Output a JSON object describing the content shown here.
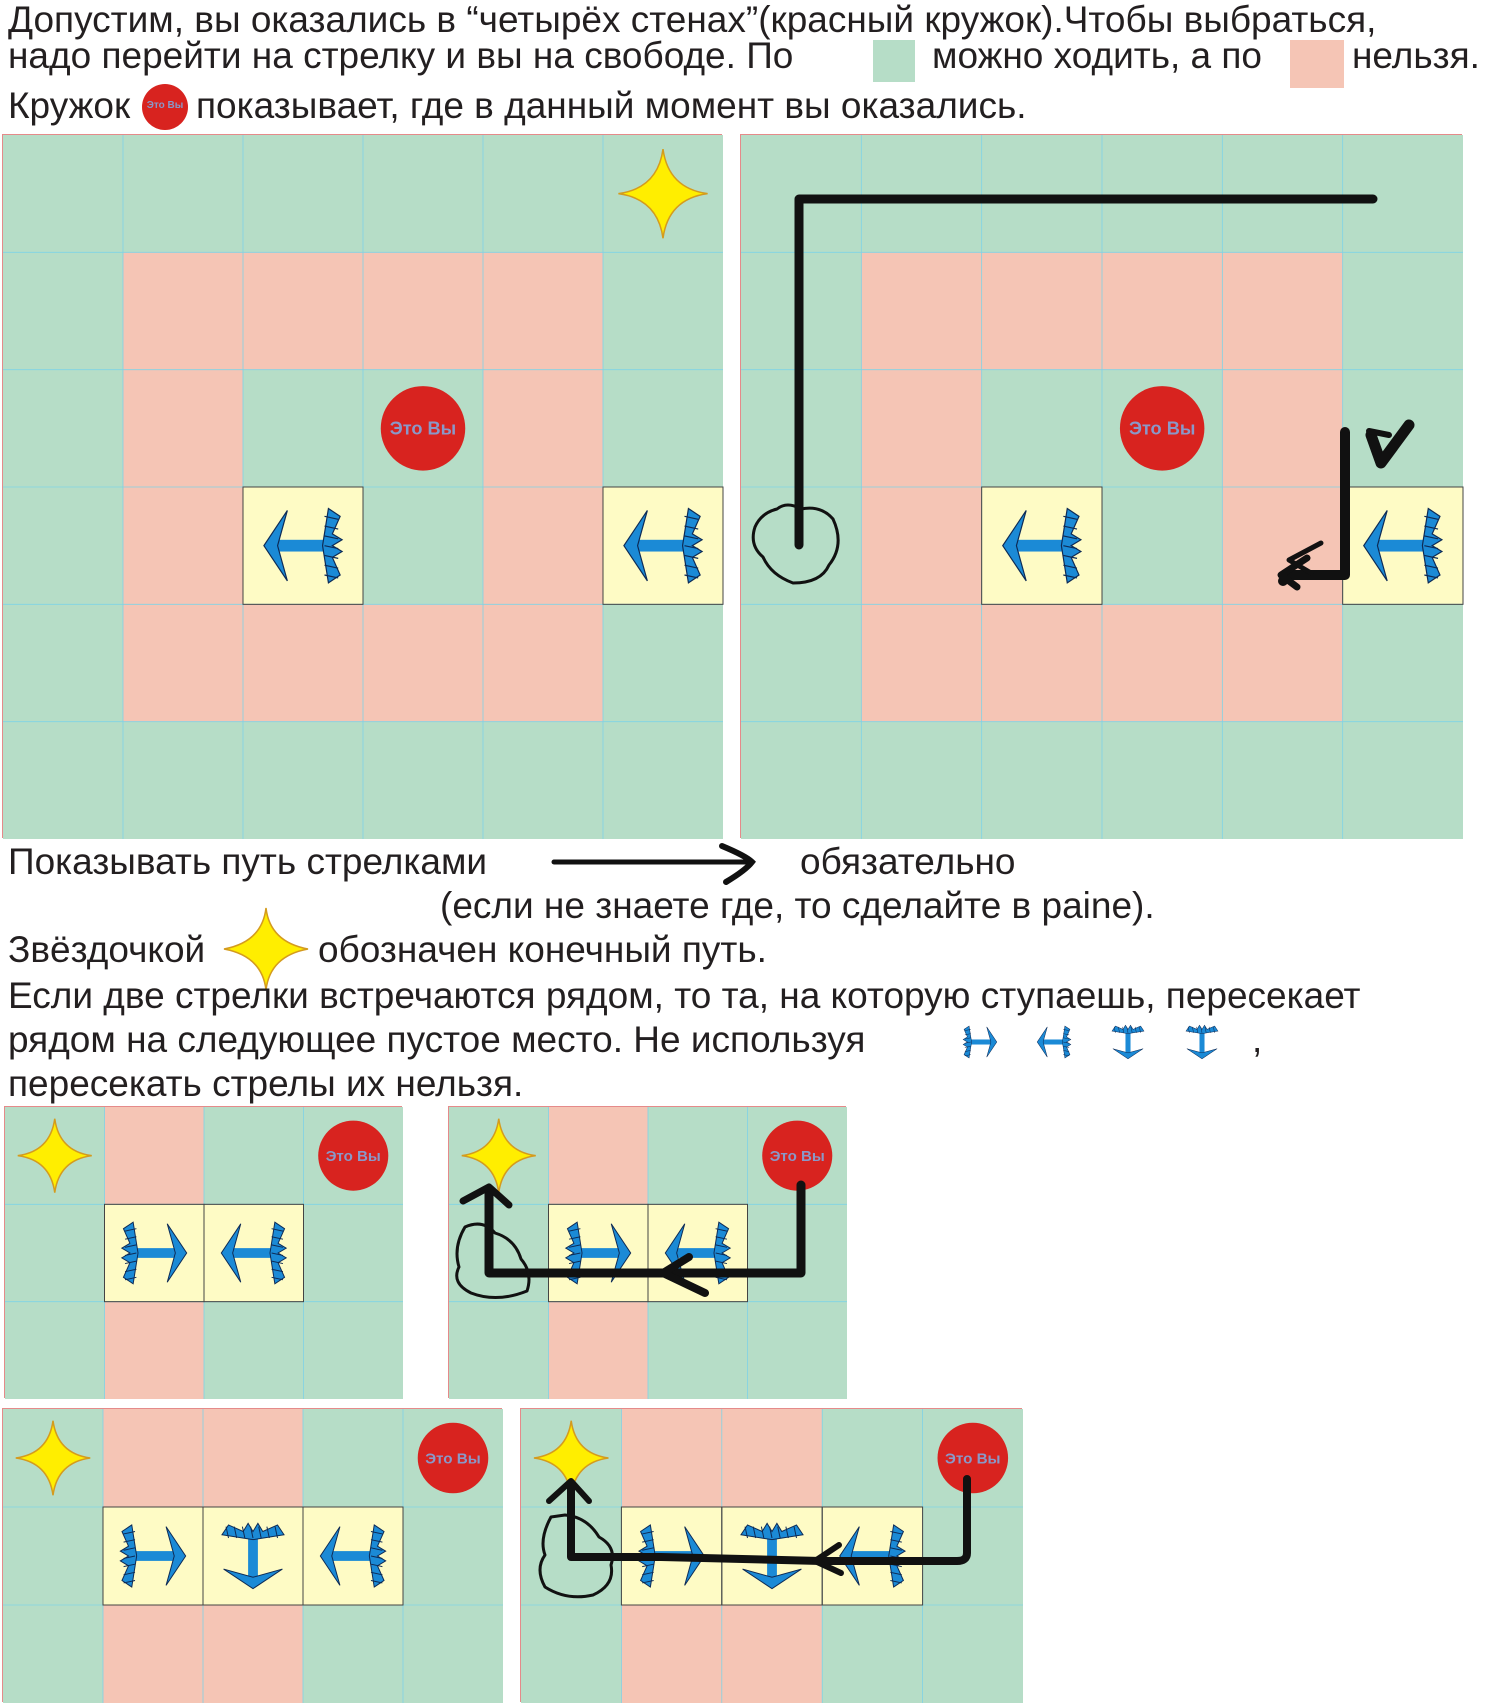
{
  "intro": {
    "line1": "Допустим, вы оказались в “четырёх стенах”(красный кружок).Чтобы выбраться,",
    "line2_a": "надо перейти на стрелку и вы на свободе. По",
    "line2_b": "можно ходить, а по",
    "line2_c": "нельзя.",
    "line3_a": "Кружок",
    "line3_b": "показывает, где в данный момент вы оказались."
  },
  "you_label": "Это Вы",
  "instructions": {
    "show_path_a": "Показывать путь стрелками",
    "show_path_b": "обязательно",
    "paint_note": "(если не знаете где, то сделайте в paine).",
    "star_a": "Звёздочкой",
    "star_b": "обозначен конечный путь.",
    "rule_line1": "Если две стрелки встречаются рядом, то та, на которую ступаешь, пересекает",
    "rule_line2": " рядом на следующее пустое место. Не используя",
    "rule_line2_end": ",",
    "rule_line3": "пересекать стрелы их нельзя."
  },
  "colors": {
    "walkable": "#b6ddc7",
    "blocked": "#f5c5b5",
    "arrow_cell": "#fefbc5",
    "arrow_blue": "#1b8ad6",
    "circle_red": "#d8231f",
    "star_yellow": "#ffee00",
    "path_stroke": "#111111"
  },
  "boards": [
    {
      "id": "main-puzzle",
      "rows": 6,
      "cols": 6,
      "grid": [
        "GGGGGG",
        "GBBBBG",
        "GBGGBG",
        "GBAGBA",
        "GBBBBG",
        "GGGGGG"
      ],
      "arrows": [
        {
          "r": 3,
          "c": 2,
          "dir": "left"
        },
        {
          "r": 3,
          "c": 5,
          "dir": "left"
        }
      ],
      "star": {
        "r": 0,
        "c": 5
      },
      "you": {
        "r": 2,
        "c": 3
      }
    },
    {
      "id": "main-solution",
      "rows": 6,
      "cols": 6,
      "grid": [
        "GGGGGG",
        "GBBBBG",
        "GBGGBG",
        "GBAGBA",
        "GBBBBG",
        "GGGGGG"
      ],
      "arrows": [
        {
          "r": 3,
          "c": 2,
          "dir": "left"
        },
        {
          "r": 3,
          "c": 5,
          "dir": "left"
        }
      ],
      "you": {
        "r": 2,
        "c": 3
      }
    },
    {
      "id": "example1-puzzle",
      "rows": 3,
      "cols": 4,
      "grid": [
        "GBGG",
        "GAAG",
        "GBGG"
      ],
      "arrows": [
        {
          "r": 1,
          "c": 1,
          "dir": "right"
        },
        {
          "r": 1,
          "c": 2,
          "dir": "left"
        }
      ],
      "star": {
        "r": 0,
        "c": 0
      },
      "you": {
        "r": 0,
        "c": 3
      }
    },
    {
      "id": "example1-solution",
      "rows": 3,
      "cols": 4,
      "grid": [
        "GBGG",
        "GAAG",
        "GBGG"
      ],
      "arrows": [
        {
          "r": 1,
          "c": 1,
          "dir": "right"
        },
        {
          "r": 1,
          "c": 2,
          "dir": "left"
        }
      ],
      "star": {
        "r": 0,
        "c": 0
      },
      "you": {
        "r": 0,
        "c": 3
      }
    },
    {
      "id": "example2-puzzle",
      "rows": 3,
      "cols": 5,
      "grid": [
        "GBBGG",
        "GAAAG",
        "GBBGG"
      ],
      "arrows": [
        {
          "r": 1,
          "c": 1,
          "dir": "right"
        },
        {
          "r": 1,
          "c": 2,
          "dir": "vertical"
        },
        {
          "r": 1,
          "c": 3,
          "dir": "left"
        }
      ],
      "star": {
        "r": 0,
        "c": 0
      },
      "you": {
        "r": 0,
        "c": 4
      }
    },
    {
      "id": "example2-solution",
      "rows": 3,
      "cols": 5,
      "grid": [
        "GBBGG",
        "GAAAG",
        "GBBGG"
      ],
      "arrows": [
        {
          "r": 1,
          "c": 1,
          "dir": "right"
        },
        {
          "r": 1,
          "c": 2,
          "dir": "vertical"
        },
        {
          "r": 1,
          "c": 3,
          "dir": "left"
        }
      ],
      "star": {
        "r": 0,
        "c": 0
      },
      "you": {
        "r": 0,
        "c": 4
      }
    }
  ]
}
